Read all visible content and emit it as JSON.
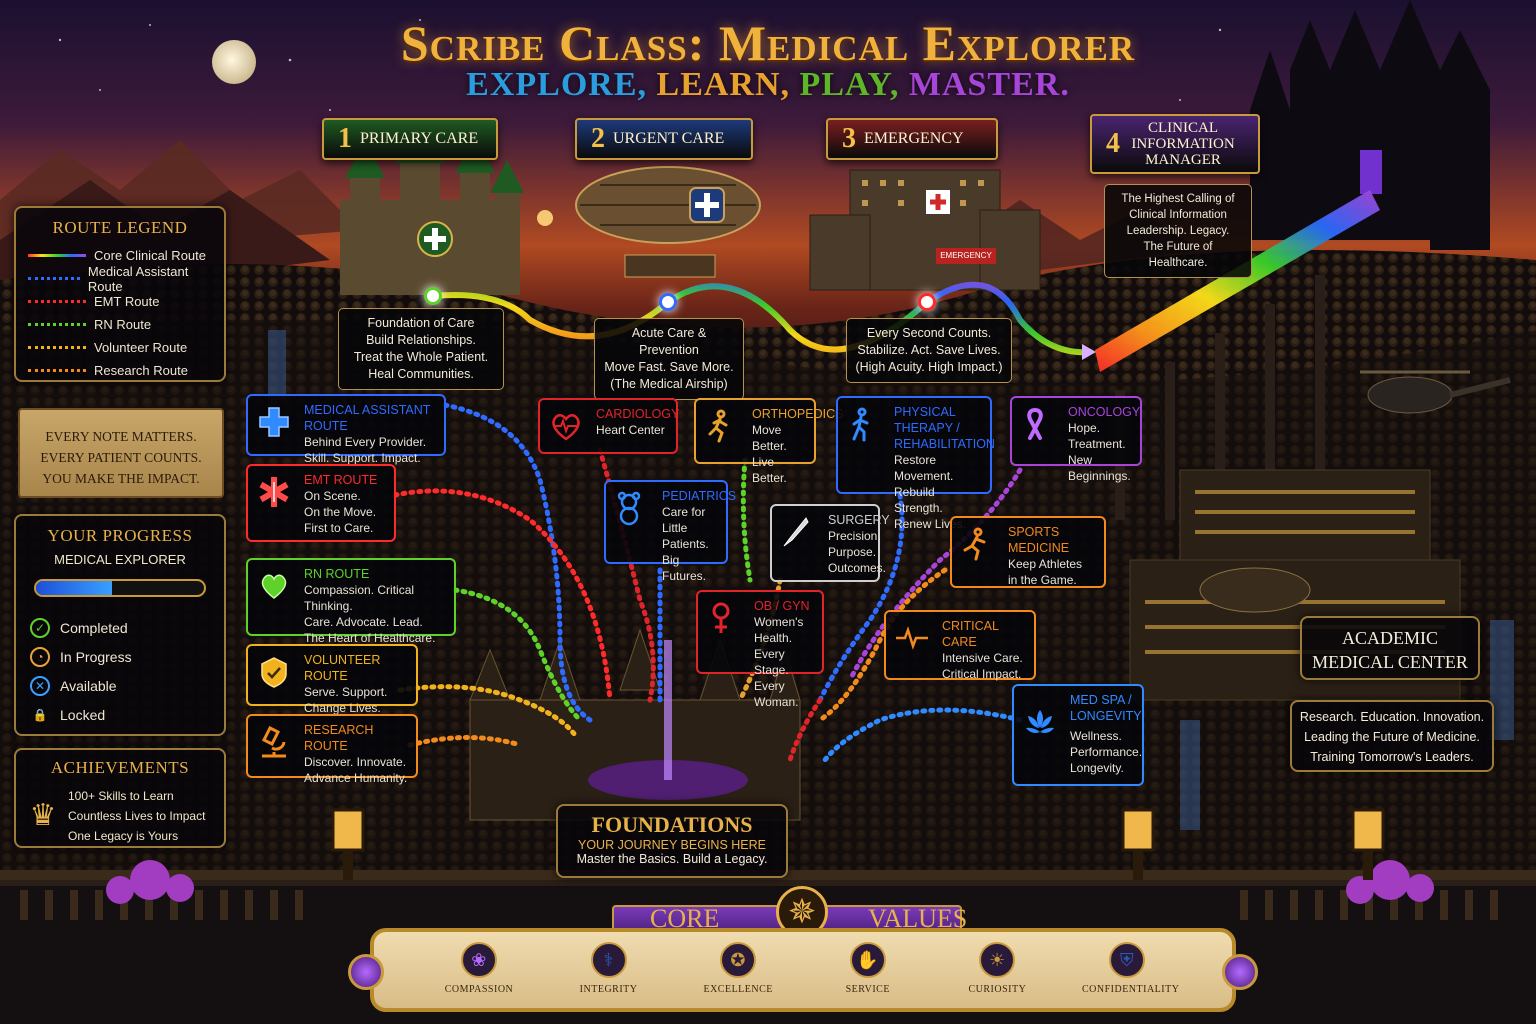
{
  "title": "Scribe Class: Medical Explorer",
  "tagline": [
    {
      "text": "EXPLORE,",
      "color": "#2a9de0"
    },
    {
      "text": "LEARN,",
      "color": "#e7a12c"
    },
    {
      "text": "PLAY,",
      "color": "#5fb52a"
    },
    {
      "text": "MASTER.",
      "color": "#a745d8"
    }
  ],
  "stations": [
    {
      "num": "1",
      "label": "PRIMARY CARE",
      "color": "#1f5a22"
    },
    {
      "num": "2",
      "label": "URGENT CARE",
      "color": "#1d3a7a"
    },
    {
      "num": "3",
      "label": "EMERGENCY",
      "color": "#7a1f1f"
    },
    {
      "num": "4",
      "label": "CLINICAL INFORMATION MANAGER",
      "color": "#4a2470"
    }
  ],
  "station_info": [
    {
      "lines": [
        "Foundation of Care",
        "Build Relationships.",
        "Treat the Whole Patient.",
        "Heal Communities."
      ]
    },
    {
      "lines": [
        "Acute Care & Prevention",
        "Move Fast. Save More.",
        "(The Medical Airship)"
      ]
    },
    {
      "lines": [
        "Every Second Counts.",
        "Stabilize. Act. Save Lives.",
        "(High Acuity. High Impact.)"
      ]
    },
    {
      "lines": [
        "The Highest Calling of",
        "Clinical Information",
        "Leadership. Legacy.",
        "The Future of Healthcare."
      ]
    }
  ],
  "emergency_sign": "EMERGENCY",
  "legend": {
    "title": "ROUTE LEGEND",
    "items": [
      {
        "label": "Core Clinical Route",
        "color": "#e8e8e8"
      },
      {
        "label": "Medical Assistant Route",
        "color": "#2f6bff"
      },
      {
        "label": "EMT Route",
        "color": "#ff2a2a"
      },
      {
        "label": "RN Route",
        "color": "#5ed12a"
      },
      {
        "label": "Volunteer Route",
        "color": "#f2b21c"
      },
      {
        "label": "Research Route",
        "color": "#f28a1c"
      }
    ]
  },
  "scroll": {
    "lines": [
      "EVERY NOTE MATTERS.",
      "EVERY PATIENT COUNTS.",
      "YOU MAKE THE IMPACT."
    ]
  },
  "progress": {
    "title": "YOUR PROGRESS",
    "subtitle": "MEDICAL EXPLORER",
    "fill_fraction": 0.45,
    "statuses": [
      {
        "label": "Completed",
        "color": "#5ed12a",
        "glyph": "✓"
      },
      {
        "label": "In Progress",
        "color": "#e9a23a",
        "glyph": "◔"
      },
      {
        "label": "Available",
        "color": "#3aa0ff",
        "glyph": "✕"
      },
      {
        "label": "Locked",
        "color": "#d12a2a",
        "glyph": "🔒"
      }
    ]
  },
  "achievements": {
    "title": "ACHIEVEMENTS",
    "lines": [
      "100+ Skills to Learn",
      "Countless Lives to Impact",
      "One Legacy is Yours"
    ]
  },
  "routes": [
    {
      "title": "MEDICAL ASSISTANT ROUTE",
      "lines": [
        "Behind Every Provider.",
        "Skill. Support. Impact."
      ],
      "color": "#2f6bff",
      "icon": "medical-cross-icon"
    },
    {
      "title": "EMT ROUTE",
      "lines": [
        "On Scene.",
        "On the Move.",
        "First to Care."
      ],
      "color": "#ff2a2a",
      "icon": "star-of-life-icon"
    },
    {
      "title": "RN ROUTE",
      "lines": [
        "Compassion. Critical Thinking.",
        "Care. Advocate. Lead.",
        "The Heart of Healthcare."
      ],
      "color": "#5ed12a",
      "icon": "heart-hands-icon"
    },
    {
      "title": "VOLUNTEER ROUTE",
      "lines": [
        "Serve. Support.",
        "Change Lives."
      ],
      "color": "#f2b21c",
      "icon": "helping-hands-icon"
    },
    {
      "title": "RESEARCH ROUTE",
      "lines": [
        "Discover. Innovate.",
        "Advance Humanity."
      ],
      "color": "#f28a1c",
      "icon": "microscope-icon"
    }
  ],
  "specialties": [
    {
      "title": "CARDIOLOGY",
      "lines": [
        "Heart Center"
      ],
      "color": "#e0242a"
    },
    {
      "title": "ORTHOPEDICS",
      "lines": [
        "Move Better.",
        "Live Better."
      ],
      "color": "#e7a12c"
    },
    {
      "title": "PHYSICAL THERAPY / REHABILITATION",
      "lines": [
        "Restore Movement.",
        "Rebuild Strength.",
        "Renew Lives."
      ],
      "color": "#2f6bff"
    },
    {
      "title": "ONCOLOGY",
      "lines": [
        "Hope. Treatment.",
        "New Beginnings."
      ],
      "color": "#a745d8"
    },
    {
      "title": "PEDIATRICS",
      "lines": [
        "Care for Little",
        "Patients.",
        "Big Futures."
      ],
      "color": "#2f6bff"
    },
    {
      "title": "SURGERY",
      "lines": [
        "Precision.",
        "Purpose.",
        "Outcomes."
      ],
      "color": "#cfcfcf"
    },
    {
      "title": "SPORTS MEDICINE",
      "lines": [
        "Keep Athletes",
        "in the Game."
      ],
      "color": "#f28a1c"
    },
    {
      "title": "OB / GYN",
      "lines": [
        "Women's Health.",
        "Every Stage.",
        "Every Woman."
      ],
      "color": "#e0242a"
    },
    {
      "title": "CRITICAL CARE",
      "lines": [
        "Intensive Care.",
        "Critical Impact."
      ],
      "color": "#f28a1c"
    },
    {
      "title": "MED SPA / LONGEVITY",
      "lines": [
        "Wellness.",
        "Performance.",
        "Longevity."
      ],
      "color": "#2f8bff"
    }
  ],
  "academic": {
    "title": [
      "ACADEMIC",
      "MEDICAL CENTER"
    ],
    "lines": [
      "Research. Education. Innovation.",
      "Leading the Future of Medicine.",
      "Training Tomorrow's Leaders."
    ]
  },
  "foundations": {
    "title": "FOUNDATIONS",
    "subtitle": "YOUR JOURNEY BEGINS HERE",
    "tagline": "Master the Basics. Build a Legacy."
  },
  "core_values": {
    "title_left": "CORE",
    "title_right": "VALUES",
    "items": [
      {
        "label": "COMPASSION",
        "icon": "lotus-icon",
        "glyph": "❀"
      },
      {
        "label": "INTEGRITY",
        "icon": "shield-icon",
        "glyph": "⚕"
      },
      {
        "label": "EXCELLENCE",
        "icon": "medal-icon",
        "glyph": "✪"
      },
      {
        "label": "SERVICE",
        "icon": "hand-icon",
        "glyph": "✋"
      },
      {
        "label": "CURIOSITY",
        "icon": "lightbulb-icon",
        "glyph": "☀"
      },
      {
        "label": "CONFIDENTIALITY",
        "icon": "lock-shield-icon",
        "glyph": "⛨"
      }
    ]
  }
}
